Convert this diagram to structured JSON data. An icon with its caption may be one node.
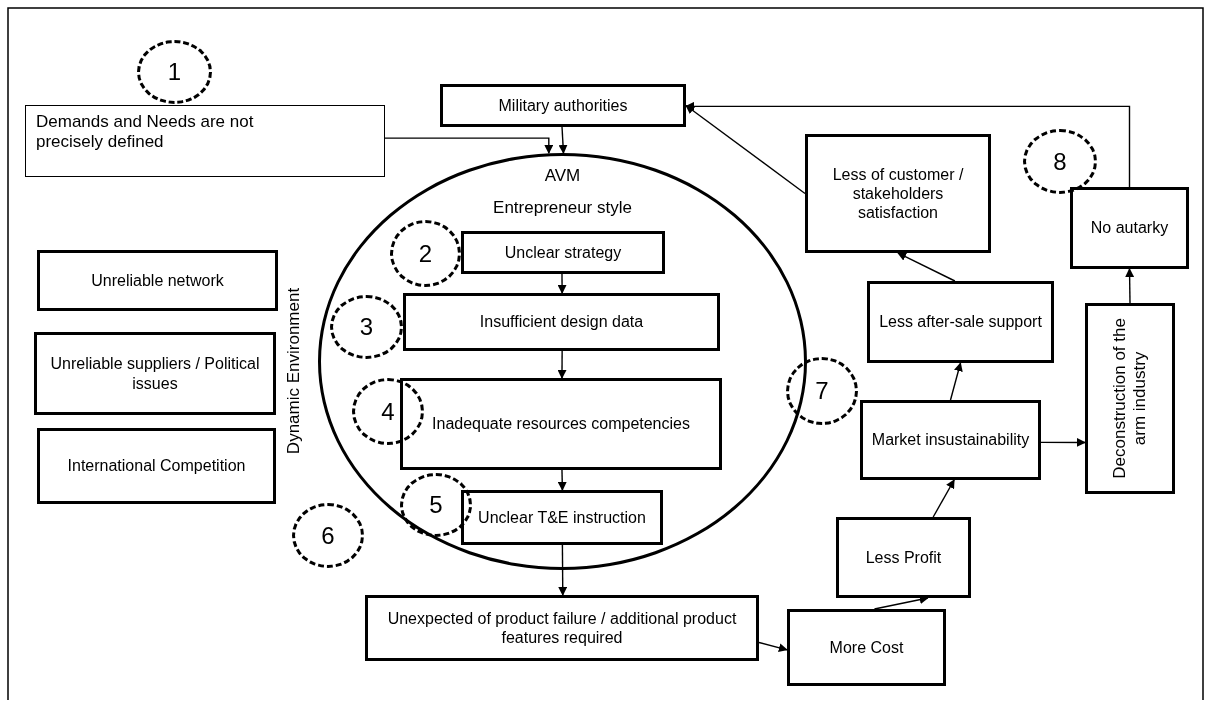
{
  "diagram": {
    "nodes": [
      {
        "text": [
          "1"
        ]
      },
      {
        "text": [
          "Demands and Needs are not precisely defined"
        ]
      },
      {
        "text": [
          "Military authorities"
        ]
      },
      {
        "text": [
          "AVM",
          "Entrepreneur style"
        ]
      },
      {
        "text": [
          "2"
        ],
        "in": 3
      },
      {
        "text": [
          "Unclear strategy"
        ],
        "in": 3
      },
      {
        "text": [
          "3"
        ],
        "in": 3
      },
      {
        "text": [
          "Insufficient design data"
        ],
        "in": 3
      },
      {
        "text": [
          "4"
        ],
        "in": 3
      },
      {
        "text": [
          "Inadequate resources competencies"
        ],
        "in": 3
      },
      {
        "text": [
          "5"
        ],
        "in": 3
      },
      {
        "text": [
          "Unclear T&E instruction"
        ],
        "in": 3
      },
      {
        "text": [
          "6"
        ]
      },
      {
        "text": [
          "Unexpected of product failure / additional product features required"
        ]
      },
      {
        "text": [
          "More Cost"
        ]
      },
      {
        "text": [
          "Less Profit"
        ]
      },
      {
        "text": [
          "7"
        ]
      },
      {
        "text": [
          "Market insustainability"
        ]
      },
      {
        "text": [
          "Less after-sale support"
        ]
      },
      {
        "text": [
          "Less of customer / stakeholders satisfaction"
        ]
      },
      {
        "text": [
          "8"
        ]
      },
      {
        "text": [
          "No autarky"
        ]
      },
      {
        "text": [
          "Deconstruction of the arm industry"
        ]
      },
      {
        "text": [
          "Unreliable network"
        ]
      },
      {
        "text": [
          "Unreliable suppliers / Political issues"
        ]
      },
      {
        "text": [
          "International Competition"
        ]
      }
    ],
    "edges": [
      {
        "from": 1,
        "to": 3,
        "arrow": "to"
      },
      {
        "from": 2,
        "to": 3,
        "arrow": "to"
      },
      {
        "from": 5,
        "to": 7,
        "arrow": "to"
      },
      {
        "from": 7,
        "to": 9,
        "arrow": "to"
      },
      {
        "from": 9,
        "to": 11,
        "arrow": "to"
      },
      {
        "from": 11,
        "to": 13,
        "arrow": "to"
      },
      {
        "from": 13,
        "to": 14,
        "arrow": "to"
      },
      {
        "from": 14,
        "to": 15,
        "arrow": "to"
      },
      {
        "from": 15,
        "to": 17,
        "arrow": "to"
      },
      {
        "from": 17,
        "to": 18,
        "arrow": "to"
      },
      {
        "from": 18,
        "to": 19,
        "arrow": "to"
      },
      {
        "from": 19,
        "to": 2,
        "arrow": "to"
      },
      {
        "from": 17,
        "to": 22,
        "arrow": "to"
      },
      {
        "from": 22,
        "to": 21,
        "arrow": "to"
      },
      {
        "from": 21,
        "to": 2,
        "arrow": "to"
      }
    ],
    "labels": [
      "Dynamic Environment"
    ]
  }
}
